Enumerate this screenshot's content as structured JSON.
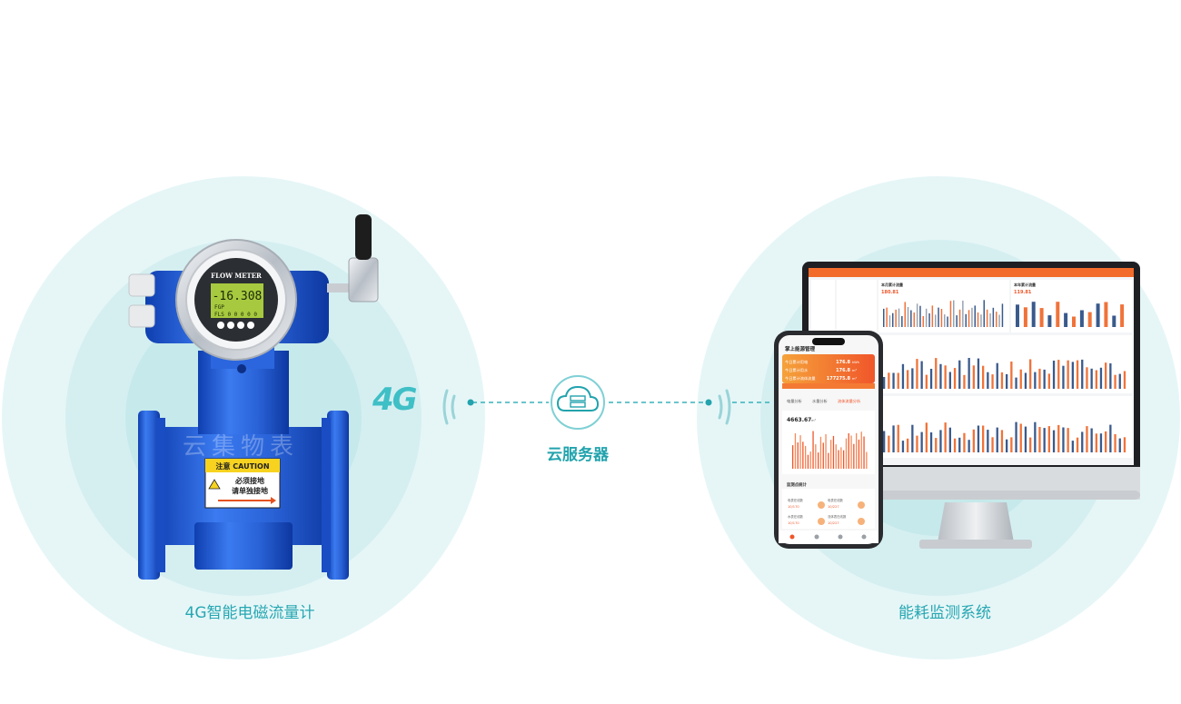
{
  "labels": {
    "meter": "4G智能电磁流量计",
    "cloud": "云服务器",
    "system": "能耗监测系统",
    "fourg": "4G"
  },
  "meter": {
    "dial_title": "FLOW METER",
    "lcd_value": "-16.308",
    "lcd_row2": "FGP",
    "lcd_row3": "FLS 0 0 0 0 0",
    "caution_title": "注意 CAUTION",
    "caution_line1": "必须接地",
    "caution_line2": "请单独接地",
    "watermark": "云集物表"
  },
  "phone": {
    "app_title": "掌上能源管理",
    "stats": [
      {
        "label": "今日累计用电",
        "value": "176.8",
        "unit": "kWh"
      },
      {
        "label": "今日累计用水",
        "value": "176.8",
        "unit": "m³"
      },
      {
        "label": "今日累计流体流量",
        "value": "177275.8",
        "unit": "m³"
      }
    ],
    "tabs": [
      "电量分析",
      "水量分析",
      "流体流量分析"
    ],
    "big_value": "4663.67",
    "big_unit": "m³",
    "section_title": "监测点统计",
    "points": [
      {
        "label": "电表在线数",
        "value": "10/170"
      },
      {
        "label": "电表在线数",
        "value": "10/227"
      },
      {
        "label": "水表在线数",
        "value": "10/170"
      },
      {
        "label": "流体表在线数",
        "value": "10/227"
      }
    ]
  },
  "monitor": {
    "top_left_title": "本月累计流量",
    "top_left_value": "180.81",
    "top_right_title": "本年累计流量",
    "top_right_value": "119.81"
  },
  "colors": {
    "accent": "#22a3ad",
    "circle_outer": "#e4f5f6",
    "circle_mid": "#d2eeef",
    "circle_inner": "#c2e7e9",
    "meter_blue": "#2466e0",
    "app_orange": "#f26b2a"
  }
}
